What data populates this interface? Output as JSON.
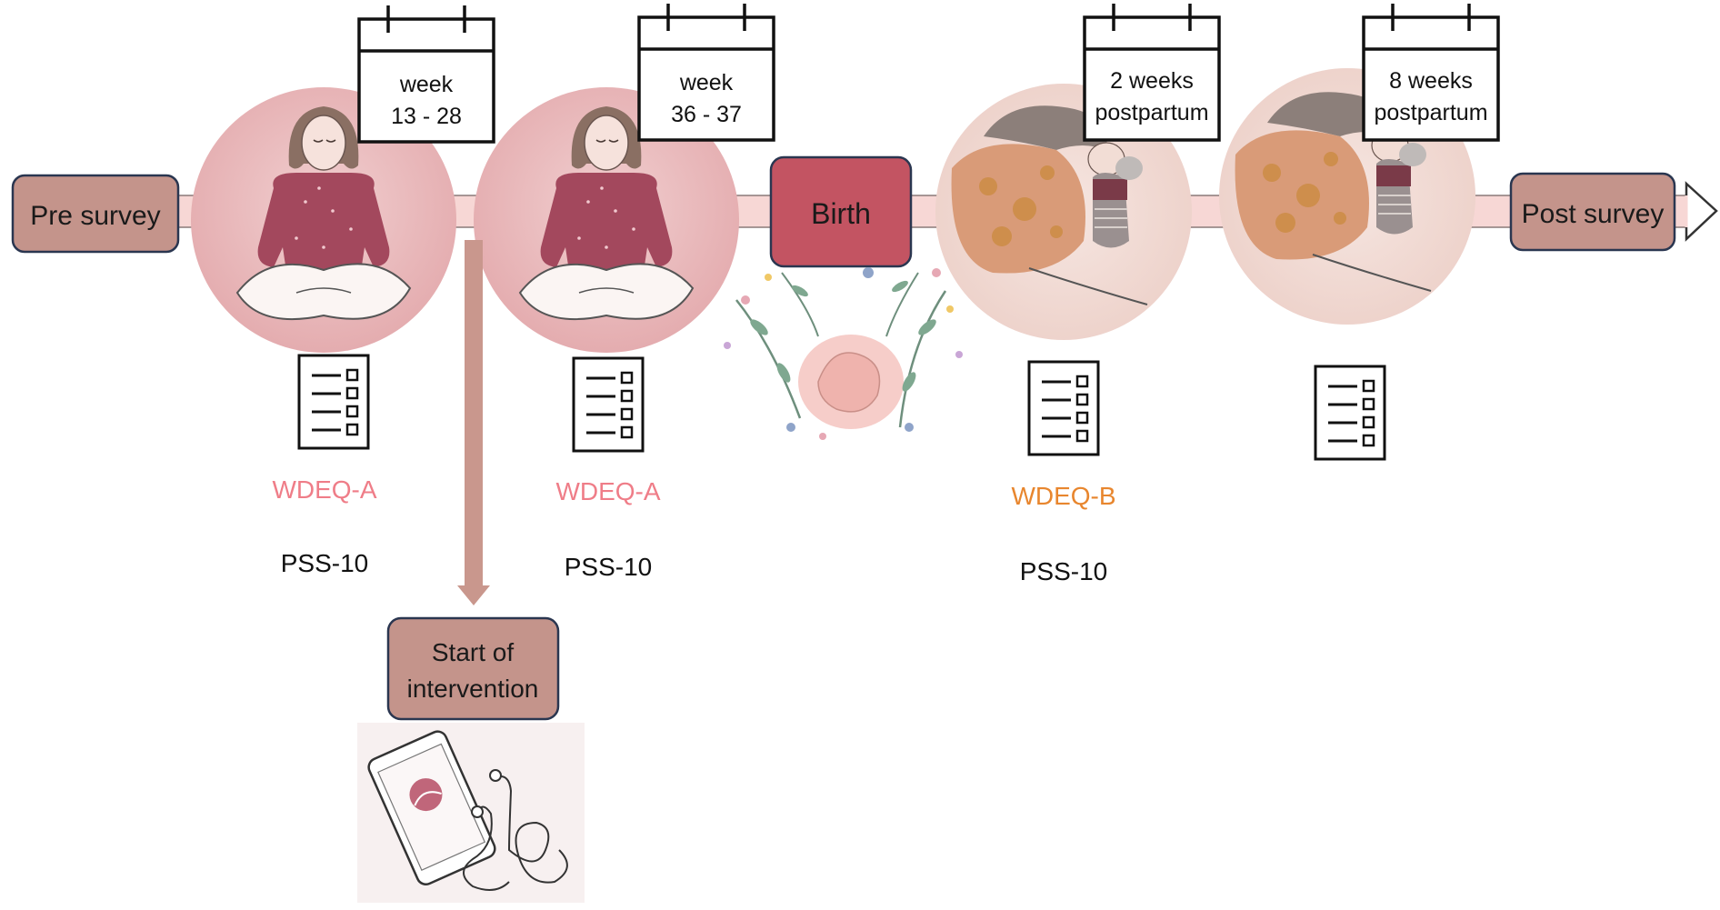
{
  "colors": {
    "timeline_band": "#f7d7d5",
    "survey_box": "#c4948b",
    "birth_box": "#c35462",
    "intervention_arrow": "#c9978d",
    "wdeq_a": "#ef7d88",
    "wdeq_b": "#e8862e",
    "circle_pregnancy": "#e8b6b8",
    "circle_postpartum": "#f3ddd7"
  },
  "timeline": {
    "pre_survey": "Pre survey",
    "birth": "Birth",
    "post_survey": "Post survey"
  },
  "calendars": [
    {
      "line1": "week",
      "line2": "13 - 28"
    },
    {
      "line1": "week",
      "line2": "36 - 37"
    },
    {
      "line1": "2 weeks",
      "line2": "postpartum"
    },
    {
      "line1": "8 weeks",
      "line2": "postpartum"
    }
  ],
  "measures": {
    "wdeq_a_1": "WDEQ-A",
    "pss_1": "PSS-10",
    "wdeq_a_2": "WDEQ-A",
    "pss_2": "PSS-10",
    "wdeq_b": "WDEQ-B",
    "pss_3": "PSS-10"
  },
  "intervention": {
    "line1": "Start of",
    "line2": "intervention"
  },
  "icons": {
    "calendar": "calendar-icon",
    "questionnaire": "questionnaire-checklist-icon",
    "pregnant_woman": "pregnant-woman-meditating-illustration",
    "mother_baby": "mother-holding-baby-illustration",
    "floral_womb": "floral-womb-illustration",
    "phone_app": "smartphone-earphones-illustration"
  }
}
